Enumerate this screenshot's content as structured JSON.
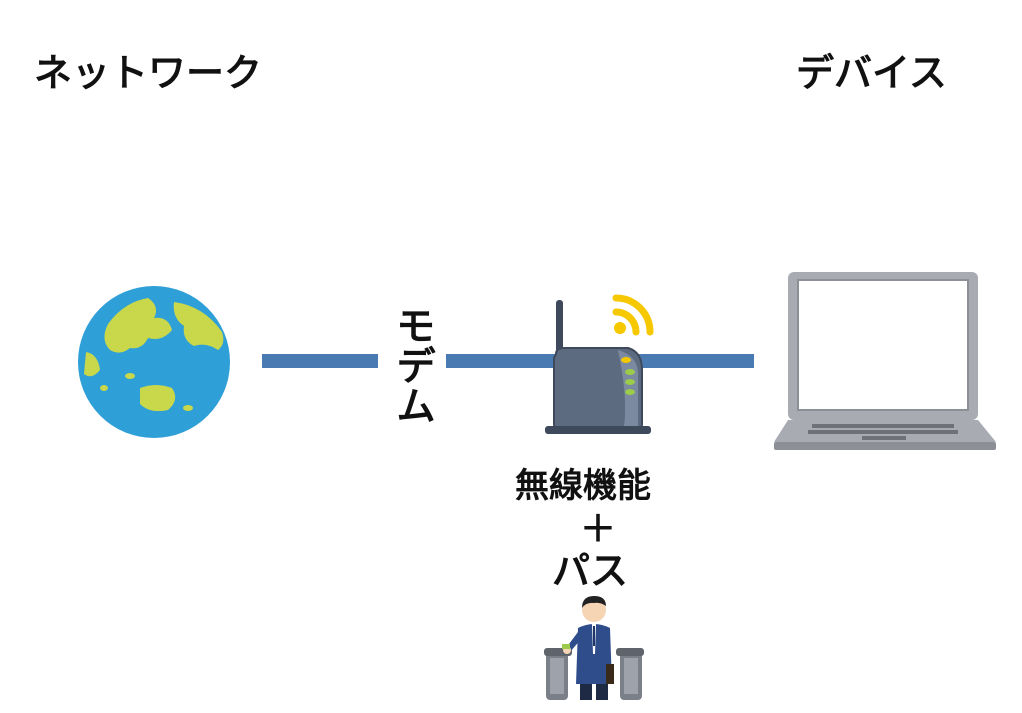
{
  "labels": {
    "network": "ネットワーク",
    "device": "デバイス",
    "modem": "モデム",
    "wireless": "無線機能",
    "plus": "＋",
    "pass": "パス"
  },
  "icons": {
    "globe": "globe-icon",
    "router": "wireless-router-icon",
    "wifi": "wifi-signal-icon",
    "laptop": "laptop-icon",
    "gate": "ticket-gate-person-icon"
  },
  "colors": {
    "line": "#4a7ab2",
    "ocean": "#2f9fd8",
    "land": "#c9d84a",
    "router_body": "#5d6b80",
    "wifi": "#f5c800",
    "laptop": "#a8abb2"
  }
}
